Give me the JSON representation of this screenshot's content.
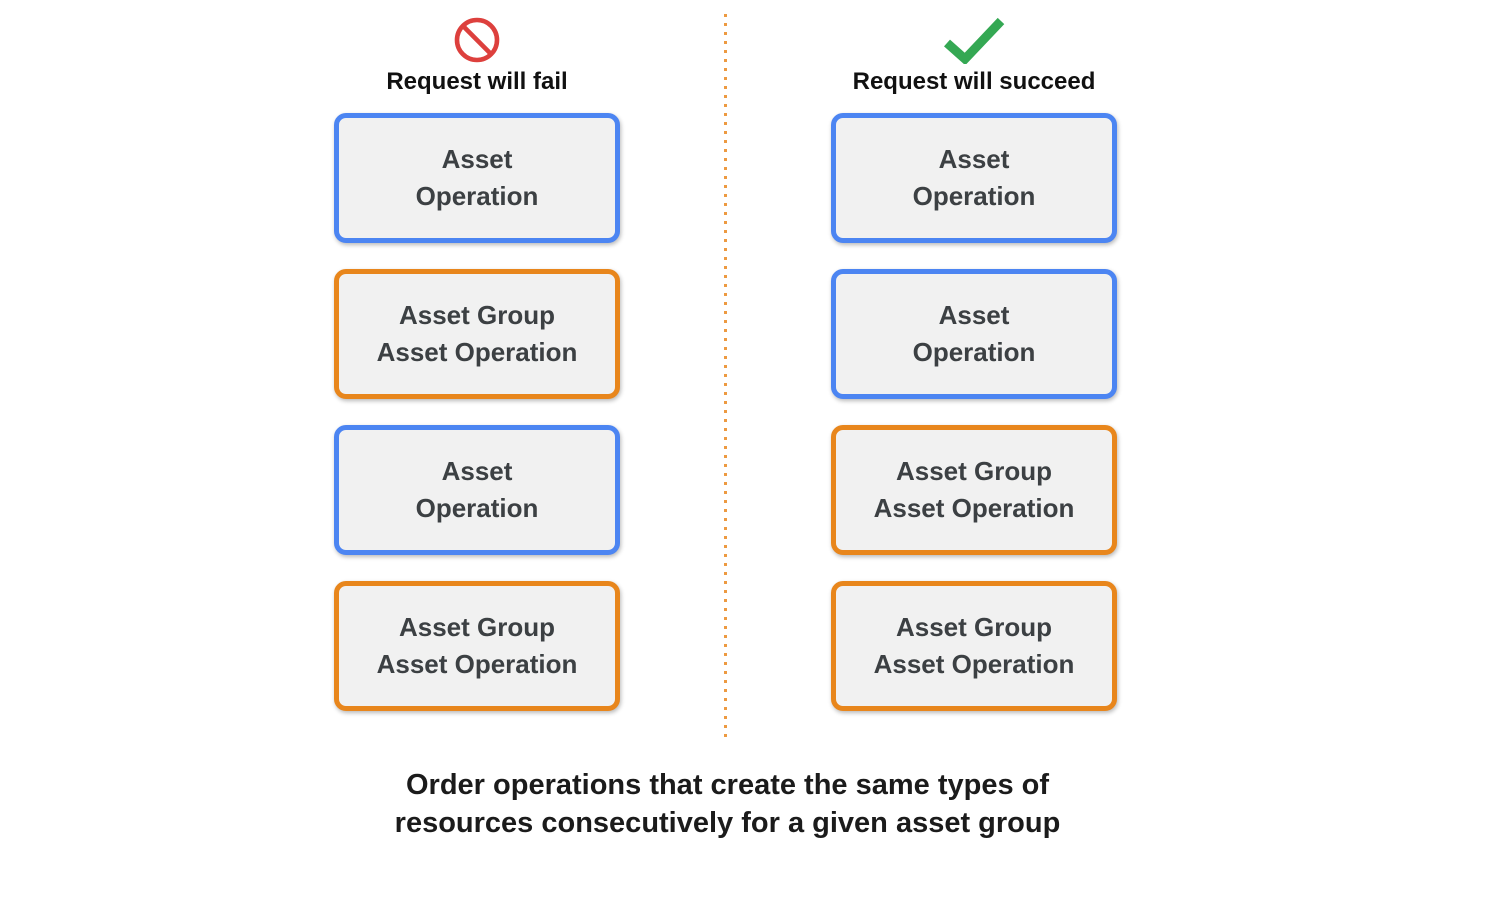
{
  "columns": [
    {
      "label": "Request will fail",
      "icon": "prohibited-icon",
      "icon_color": "#dd403d",
      "boxes": [
        {
          "label": "Asset\nOperation",
          "border_color": "#4c85f2"
        },
        {
          "label": "Asset Group\nAsset Operation",
          "border_color": "#e8861c"
        },
        {
          "label": "Asset\nOperation",
          "border_color": "#4c85f2"
        },
        {
          "label": "Asset Group\nAsset Operation",
          "border_color": "#e8861c"
        }
      ]
    },
    {
      "label": "Request will succeed",
      "icon": "check-icon",
      "icon_color": "#34a853",
      "boxes": [
        {
          "label": "Asset\nOperation",
          "border_color": "#4c85f2"
        },
        {
          "label": "Asset\nOperation",
          "border_color": "#4c85f2"
        },
        {
          "label": "Asset Group\nAsset Operation",
          "border_color": "#e8861c"
        },
        {
          "label": "Asset Group\nAsset Operation",
          "border_color": "#e8861c"
        }
      ]
    }
  ],
  "divider": {
    "color": "#ed9a41",
    "style": "dotted"
  },
  "caption": "Order operations that create the same types of\nresources consecutively for a given asset group",
  "colors": {
    "box_background": "#f1f1f1",
    "box_text": "#3c4043",
    "blue_border": "#4c85f2",
    "orange_border": "#e8861c",
    "fail_red": "#dd403d",
    "success_green": "#34a853"
  }
}
